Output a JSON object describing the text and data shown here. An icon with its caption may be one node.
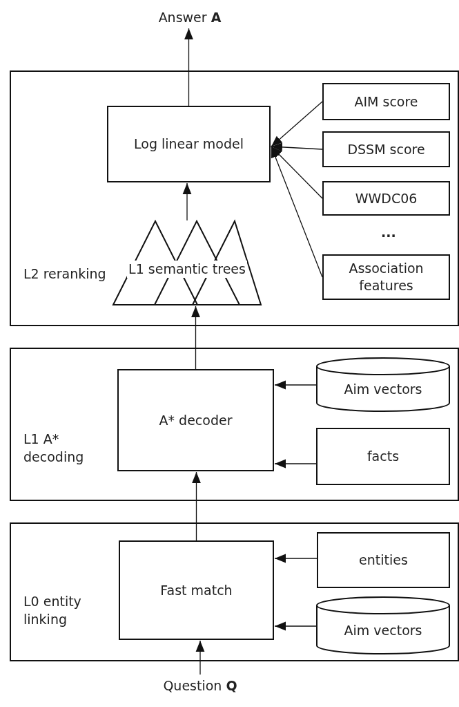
{
  "diagram": {
    "nodes": [
      {
        "text": [
          "Answer **A**"
        ]
      },
      {
        "text": [
          "L2 reranking"
        ]
      },
      {
        "text": [
          "Log linear model"
        ],
        "in": 1
      },
      {
        "text": [
          "L1 semantic trees"
        ],
        "in": 1
      },
      {
        "text": [
          "AIM score"
        ],
        "in": 1
      },
      {
        "text": [
          "DSSM score"
        ],
        "in": 1
      },
      {
        "text": [
          "WWDC06"
        ],
        "in": 1
      },
      {
        "text": [
          "Association features"
        ],
        "in": 1
      },
      {
        "text": [
          "L1 A* decoding"
        ]
      },
      {
        "text": [
          "A* decoder"
        ],
        "in": 8
      },
      {
        "text": [
          "Aim vectors"
        ],
        "in": 8
      },
      {
        "text": [
          "facts"
        ],
        "in": 8
      },
      {
        "text": [
          "L0 entity linking"
        ]
      },
      {
        "text": [
          "Fast match"
        ],
        "in": 12
      },
      {
        "text": [
          "entities"
        ],
        "in": 12
      },
      {
        "text": [
          "Aim vectors"
        ],
        "in": 12
      },
      {
        "text": [
          "Question **Q**"
        ]
      }
    ],
    "edges": [
      {
        "from": 2,
        "to": 0,
        "arrow": "to"
      },
      {
        "from": 3,
        "to": 2,
        "arrow": "to"
      },
      {
        "from": 4,
        "to": 2,
        "arrow": "to"
      },
      {
        "from": 5,
        "to": 2,
        "arrow": "to"
      },
      {
        "from": 6,
        "to": 2,
        "arrow": "to"
      },
      {
        "from": 7,
        "to": 2,
        "arrow": "to"
      },
      {
        "from": 9,
        "to": 3,
        "arrow": "to"
      },
      {
        "from": 10,
        "to": 9,
        "arrow": "to"
      },
      {
        "from": 11,
        "to": 9,
        "arrow": "to"
      },
      {
        "from": 13,
        "to": 9,
        "arrow": "to"
      },
      {
        "from": 14,
        "to": 13,
        "arrow": "to"
      },
      {
        "from": 15,
        "to": 13,
        "arrow": "to"
      },
      {
        "from": 16,
        "to": 13,
        "arrow": "to"
      }
    ],
    "labels": [
      "..."
    ]
  }
}
